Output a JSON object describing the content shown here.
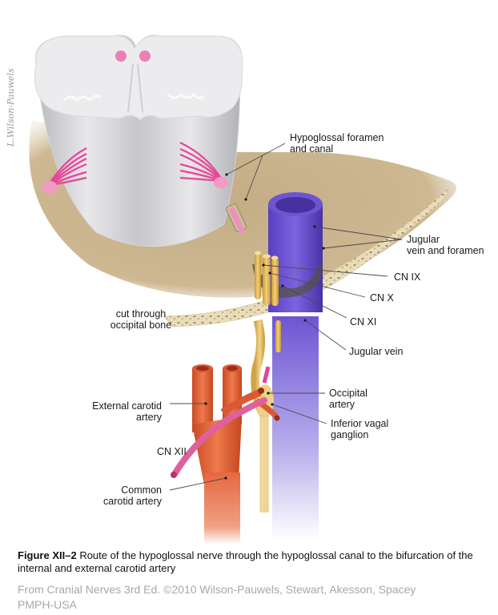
{
  "figure": {
    "signature": "L.Wilson-Pauwels",
    "colors": {
      "spinal_cord": "#d9d9dc",
      "bone": "#c9b48e",
      "bone_cut": "#e6d7b0",
      "vein": "#6a4fd0",
      "artery": "#e0613a",
      "hypoglossal_nerve": "#e0589e",
      "cranial_nerves": "#e6bd5a"
    },
    "labels": {
      "hypoglossal_foramen": "Hypoglossal foramen\nand canal",
      "jugular_foramen": "Jugular\nvein and foramen",
      "cn_ix": "CN IX",
      "cn_x": "CN X",
      "cn_xi": "CN XI",
      "cut_occipital": "cut through\noccipital bone",
      "jugular_vein": "Jugular  vein",
      "external_carotid": "External carotid\nartery",
      "occipital_artery": "Occipital\nartery",
      "inferior_vagal": "Inferior vagal\nganglion",
      "cn_xii": "CN XII",
      "common_carotid": "Common\ncarotid artery"
    }
  },
  "caption": {
    "figure_number": "Figure XII–2",
    "text": " Route of the hypoglossal nerve through the hypoglossal canal to the bifurcation of the internal and external carotid artery"
  },
  "credit": "From Cranial Nerves 3rd Ed. ©2010 Wilson-Pauwels, Stewart, Akesson, Spacey\nPMPH-USA"
}
